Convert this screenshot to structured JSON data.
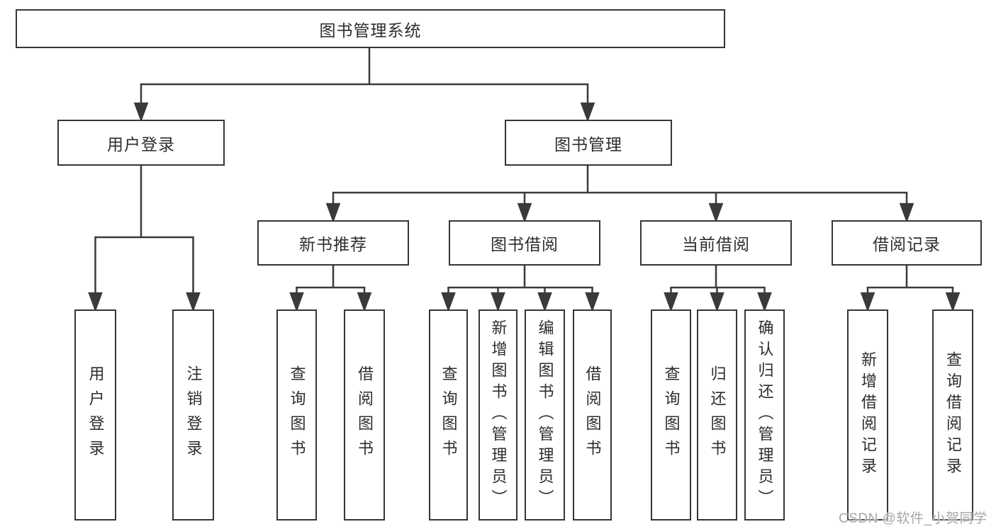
{
  "diagram": {
    "root": {
      "label": "图书管理系统"
    },
    "branches": [
      {
        "label": "用户登录",
        "children": [
          {
            "label": "用户登录"
          },
          {
            "label": "注销登录"
          }
        ]
      },
      {
        "label": "图书管理",
        "children": [
          {
            "label": "新书推荐",
            "children": [
              {
                "label": "查询图书"
              },
              {
                "label": "借阅图书"
              }
            ]
          },
          {
            "label": "图书借阅",
            "children": [
              {
                "label": "查询图书"
              },
              {
                "label": "新增图书（管理员）"
              },
              {
                "label": "编辑图书（管理员）"
              },
              {
                "label": "借阅图书"
              }
            ]
          },
          {
            "label": "当前借阅",
            "children": [
              {
                "label": "查询图书"
              },
              {
                "label": "归还图书"
              },
              {
                "label": "确认归还（管理员）"
              }
            ]
          },
          {
            "label": "借阅记录",
            "children": [
              {
                "label": "新增借阅记录"
              },
              {
                "label": "查询借阅记录"
              }
            ]
          }
        ]
      }
    ]
  },
  "watermark": {
    "text": "CSDN @软件_小贺同学"
  },
  "colors": {
    "stroke": "#3a3a3a",
    "box_fill": "#ffffff",
    "text": "#2d2d2d",
    "watermark": "#a6a6a6"
  }
}
